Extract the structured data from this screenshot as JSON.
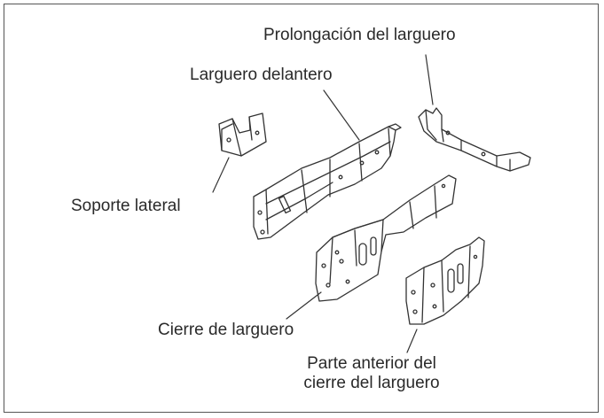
{
  "labels": {
    "prolongacion": "Prolongación del larguero",
    "larguero_delantero": "Larguero delantero",
    "soporte_lateral": "Soporte lateral",
    "cierre_larguero": "Cierre de larguero",
    "parte_anterior_line1": "Parte anterior del",
    "parte_anterior_line2": "cierre del larguero"
  },
  "colors": {
    "line": "#333333",
    "text": "#2a2a2a",
    "frame": "#555555"
  }
}
